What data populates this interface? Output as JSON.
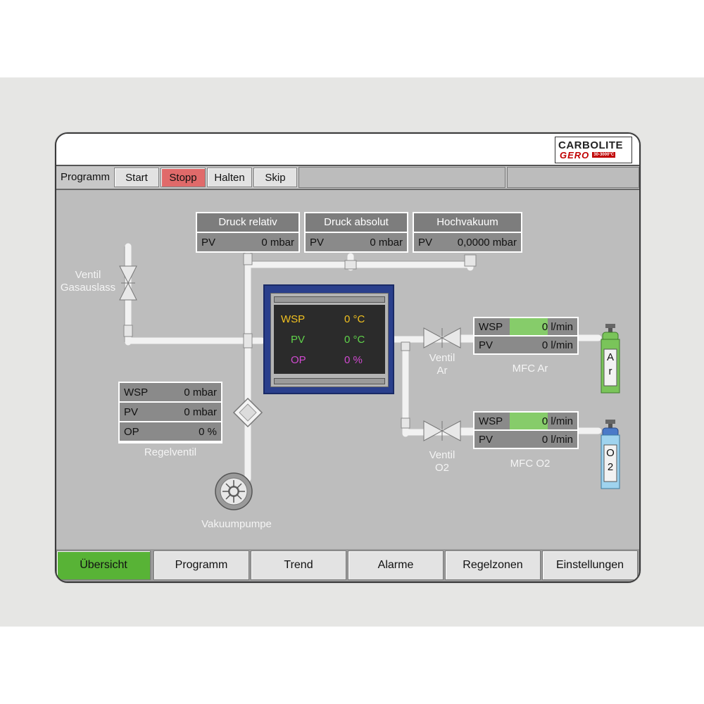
{
  "brand": {
    "name": "CARBOLITE",
    "sub": "GERO",
    "range": "30-3000°C"
  },
  "controls": {
    "programm_label": "Programm",
    "start": "Start",
    "stopp": "Stopp",
    "halten": "Halten",
    "skip": "Skip"
  },
  "pressure": {
    "relativ": {
      "title": "Druck relativ",
      "pv_label": "PV",
      "pv_value": "0 mbar"
    },
    "absolut": {
      "title": "Druck absolut",
      "pv_label": "PV",
      "pv_value": "0 mbar"
    },
    "hochvakuum": {
      "title": "Hochvakuum",
      "pv_label": "PV",
      "pv_value": "0,0000 mbar"
    }
  },
  "ventil_gasauslass": "Ventil\nGasauslass",
  "chamber": {
    "wsp_label": "WSP",
    "wsp_value": "0 °C",
    "pv_label": "PV",
    "pv_value": "0 °C",
    "op_label": "OP",
    "op_value": "0 %",
    "colors": {
      "wsp": "#f0c020",
      "pv": "#5fd24a",
      "op": "#d04ad0",
      "frame": "#2a3f8c"
    }
  },
  "regelventil": {
    "wsp_label": "WSP",
    "wsp_value": "0 mbar",
    "pv_label": "PV",
    "pv_value": "0 mbar",
    "op_label": "OP",
    "op_value": "0 %",
    "title": "Regelventil"
  },
  "vakuumpumpe": "Vakuumpumpe",
  "ventil_ar": "Ventil\nAr",
  "ventil_o2": "Ventil\nO2",
  "mfc_ar": {
    "wsp_label": "WSP",
    "wsp_value": "0 l/min",
    "pv_label": "PV",
    "pv_value": "0 l/min",
    "title": "MFC Ar",
    "wsp_fill": 0.56
  },
  "mfc_o2": {
    "wsp_label": "WSP",
    "wsp_value": "0 l/min",
    "pv_label": "PV",
    "pv_value": "0 l/min",
    "title": "MFC O2",
    "wsp_fill": 0.56
  },
  "cylinder_ar": {
    "label": "Ar",
    "color": "#7ac45a"
  },
  "cylinder_o2": {
    "label": "O2",
    "color": "#9fd3ee"
  },
  "tabs": [
    "Übersicht",
    "Programm",
    "Trend",
    "Alarme",
    "Regelzonen",
    "Einstellungen"
  ],
  "active_tab": "Übersicht",
  "accent_active": "#58b336",
  "stop_color": "#e06a6a"
}
